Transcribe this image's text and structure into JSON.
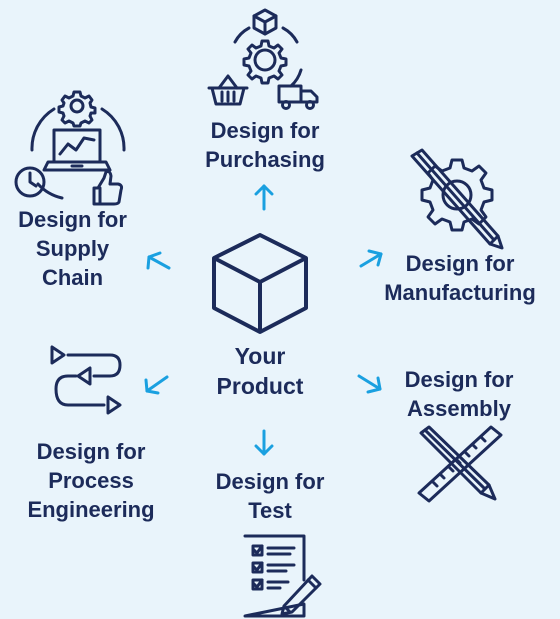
{
  "center": {
    "lines": [
      "Your",
      "Product"
    ]
  },
  "nodes": {
    "purchasing": {
      "lines": [
        "Design for",
        "Purchasing"
      ]
    },
    "supply_chain": {
      "lines": [
        "Design for",
        "Supply",
        "Chain"
      ]
    },
    "manufacturing": {
      "lines": [
        "Design for",
        "Manufacturing"
      ]
    },
    "process_engineering": {
      "lines": [
        "Design for",
        "Process",
        "Engineering"
      ]
    },
    "assembly": {
      "lines": [
        "Design for",
        "Assembly"
      ]
    },
    "test": {
      "lines": [
        "Design for",
        "Test"
      ]
    }
  },
  "colors": {
    "background": "#e9f4fb",
    "text": "#1c2b5a",
    "icon_stroke": "#1c2b5a",
    "arrow": "#1aa0e0"
  },
  "icons": {
    "center": "cube-icon",
    "purchasing": "purchasing-gear-icon",
    "supply_chain": "supply-chain-icon",
    "manufacturing": "gear-pencil-icon",
    "process_engineering": "process-flow-icon",
    "assembly": "ruler-pencil-icon",
    "test": "checklist-icon"
  }
}
